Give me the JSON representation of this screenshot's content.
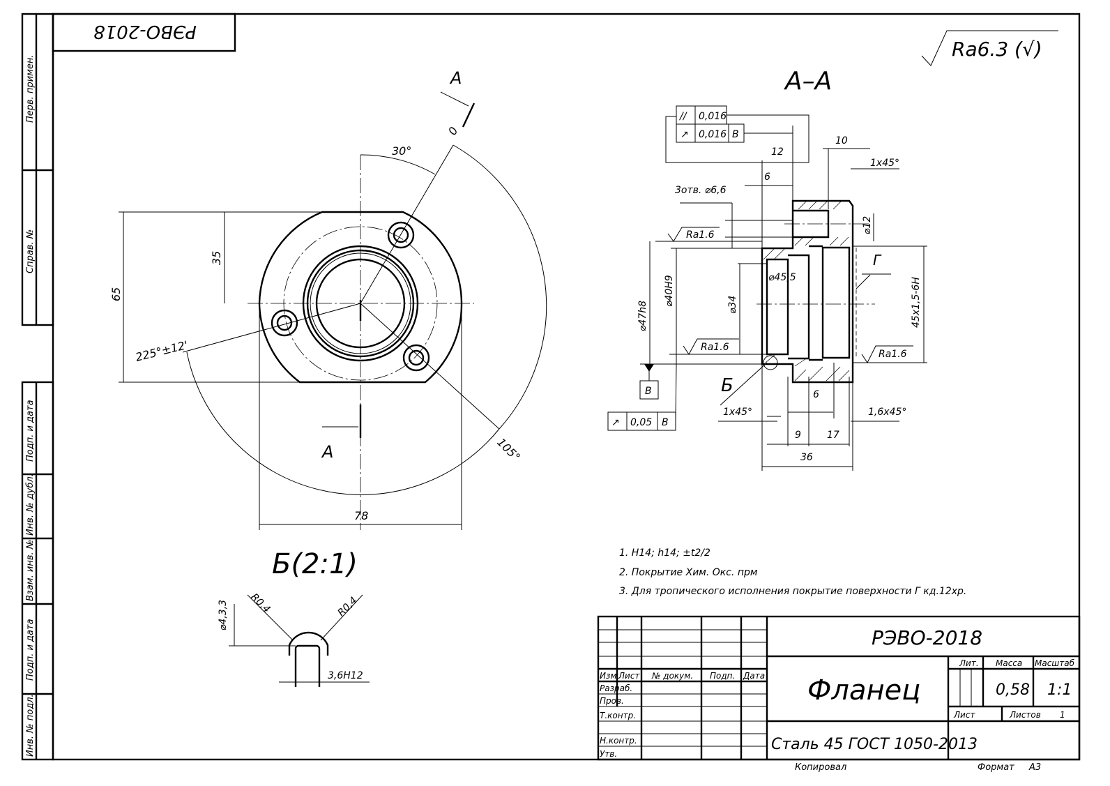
{
  "drawing": {
    "code_rotated": "РЭВО-2018",
    "roughness_general": "Ra6.3 (√)",
    "strip_labels": [
      "Перв. примен.",
      "Справ. №",
      "Подп. и дата",
      "Инв. № дубл.",
      "Взам. инв. №",
      "Подп. и дата",
      "Инв. № подл."
    ],
    "front_view": {
      "cut_mark": "А",
      "dims": {
        "height": "65",
        "half": "35",
        "width": "78",
        "angle1": "30°",
        "angle2": "225°±12'",
        "angle3": "105°",
        "zero": "0"
      }
    },
    "section": {
      "title": "А–А",
      "tol1": {
        "symbol": "//",
        "value": "0,016"
      },
      "tol2": {
        "symbol": "↗",
        "value": "0,016",
        "base": "В"
      },
      "tol3": {
        "symbol": "↗",
        "value": "0,05",
        "base": "В"
      },
      "datum": "В",
      "dims": {
        "d12": "12",
        "d10": "10",
        "d6top": "6",
        "chamfer1": "1x45°",
        "holes": "3отв. ⌀6,6",
        "ra1": "Ra1.6",
        "ra2": "Ra1.6",
        "ra3": "Ra1.6",
        "d47": "⌀47h8",
        "d40": "⌀40H9",
        "d34": "⌀34",
        "d455": "⌀45,5",
        "d12dia": "⌀12",
        "thread": "45x1,5-6H",
        "surfaceG": "Г",
        "detailB": "Б",
        "chamfer2": "1x45°",
        "chamfer3": "1,6x45°",
        "d6bot": "6",
        "d9": "9",
        "d17": "17",
        "d36": "36"
      }
    },
    "detail": {
      "title": "Б(2:1)",
      "r1": "R0,4",
      "r2": "R0,4",
      "dia": "⌀4,3,3",
      "width": "3,6H12"
    },
    "notes": [
      "1. H14; h14; ±t2/2",
      "2. Покрытие Хим. Окс. прм",
      "3. Для тропического исполнения покрытие поверхности Г кд.12хр."
    ]
  },
  "title_block": {
    "designation": "РЭВО-2018",
    "name": "Фланец",
    "material": "Сталь 45  ГОСТ 1050-2013",
    "headers": {
      "izm": "Изм.",
      "list": "Лист",
      "doc": "№ докум.",
      "sign": "Подп.",
      "date": "Дата"
    },
    "roles": [
      "Разраб.",
      "Пров.",
      "Т.контр.",
      "Н.контр.",
      "Утв."
    ],
    "lit_label": "Лит.",
    "mass_label": "Масса",
    "scale_label": "Масштаб",
    "mass": "0,58",
    "scale": "1:1",
    "sheet_label": "Лист",
    "sheets_label": "Листов",
    "sheets": "1",
    "copied": "Копировал",
    "format_label": "Формат",
    "format": "А3"
  }
}
